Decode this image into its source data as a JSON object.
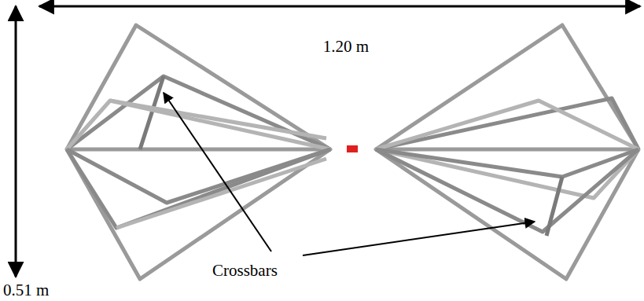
{
  "diagram": {
    "labels": [
      "1.20 m",
      "0.51 m",
      "Crossbars"
    ]
  }
}
